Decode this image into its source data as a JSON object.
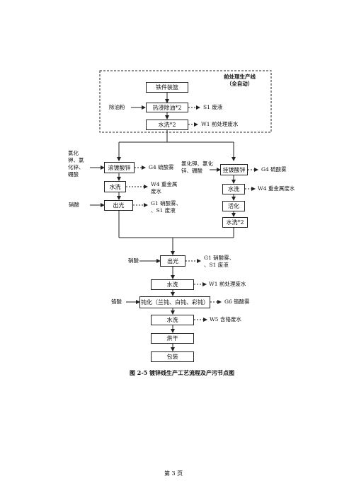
{
  "pre_section": {
    "title": "前处理生产线",
    "subtitle": "（全自动）",
    "step1": "铁件装篮",
    "step2": "热浸除油*2",
    "step3": "水洗*2",
    "input_degrease": "除油粉",
    "out_s1": "S1 废液",
    "out_w1": "W1 前处理废水"
  },
  "left_line": {
    "inputs": [
      "氯化",
      "钾、氯",
      "化锌、",
      "硼酸"
    ],
    "step1": "滚镀酸锌",
    "step2": "水洗",
    "step3": "出光",
    "input_nitric": "硝酸",
    "out_g4": "G4 硫酸雾",
    "out_w4": [
      "W4 重金属",
      "废水"
    ],
    "out_g1": [
      "G1 硝酸雾、",
      "、S1 废液"
    ]
  },
  "right_line": {
    "inputs": [
      "氯化钾、氯化",
      "锌、硼酸"
    ],
    "step1": "挂镀酸锌",
    "step2": "水洗",
    "step3": "活化",
    "step4": "水洗*2",
    "out_g4": "G4 硫酸雾",
    "out_w4": "W4 重金属废水"
  },
  "main_line": {
    "step1": "出光",
    "step2": "水洗",
    "step3": "钝化（兰钝、白钝、彩钝）",
    "step4": "水洗",
    "step5": "烘干",
    "step6": "包装",
    "input_nitric": "硝酸",
    "input_chromic": "铬酸",
    "out_g1": [
      "G1 硝酸雾、",
      "、S1 废液"
    ],
    "out_w1": "W1 前处理废水",
    "out_g6": "G6 铬酸雾",
    "out_w5": "W5 含铬废水"
  },
  "caption": "图 2-5 镀锌线生产工艺流程及产污节点图",
  "page_number": "第 3 页"
}
